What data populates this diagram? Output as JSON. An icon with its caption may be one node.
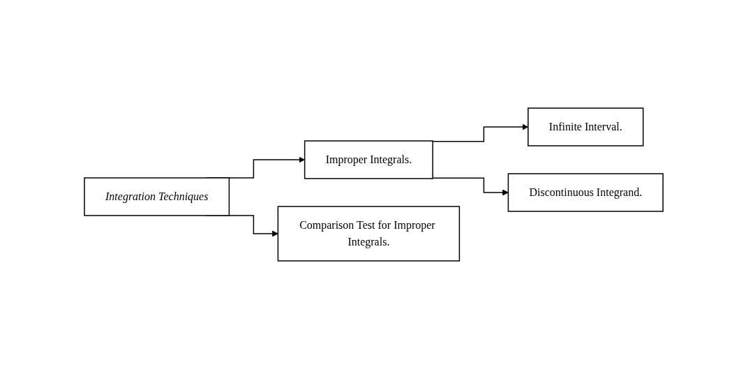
{
  "diagram": {
    "nodes": [
      {
        "text": [
          "Integration Techniques"
        ]
      },
      {
        "text": [
          "Improper Integrals."
        ]
      },
      {
        "text": [
          "Infinite Interval."
        ]
      },
      {
        "text": [
          "Discontinuous Integrand."
        ]
      },
      {
        "text": [
          "Comparison Test for Improper Integrals."
        ]
      }
    ],
    "edges": [
      {
        "from": 0,
        "to": 1,
        "arrow": "to"
      },
      {
        "from": 0,
        "to": 4,
        "arrow": "to"
      },
      {
        "from": 1,
        "to": 2,
        "arrow": "to"
      },
      {
        "from": 1,
        "to": 3,
        "arrow": "to"
      }
    ]
  }
}
